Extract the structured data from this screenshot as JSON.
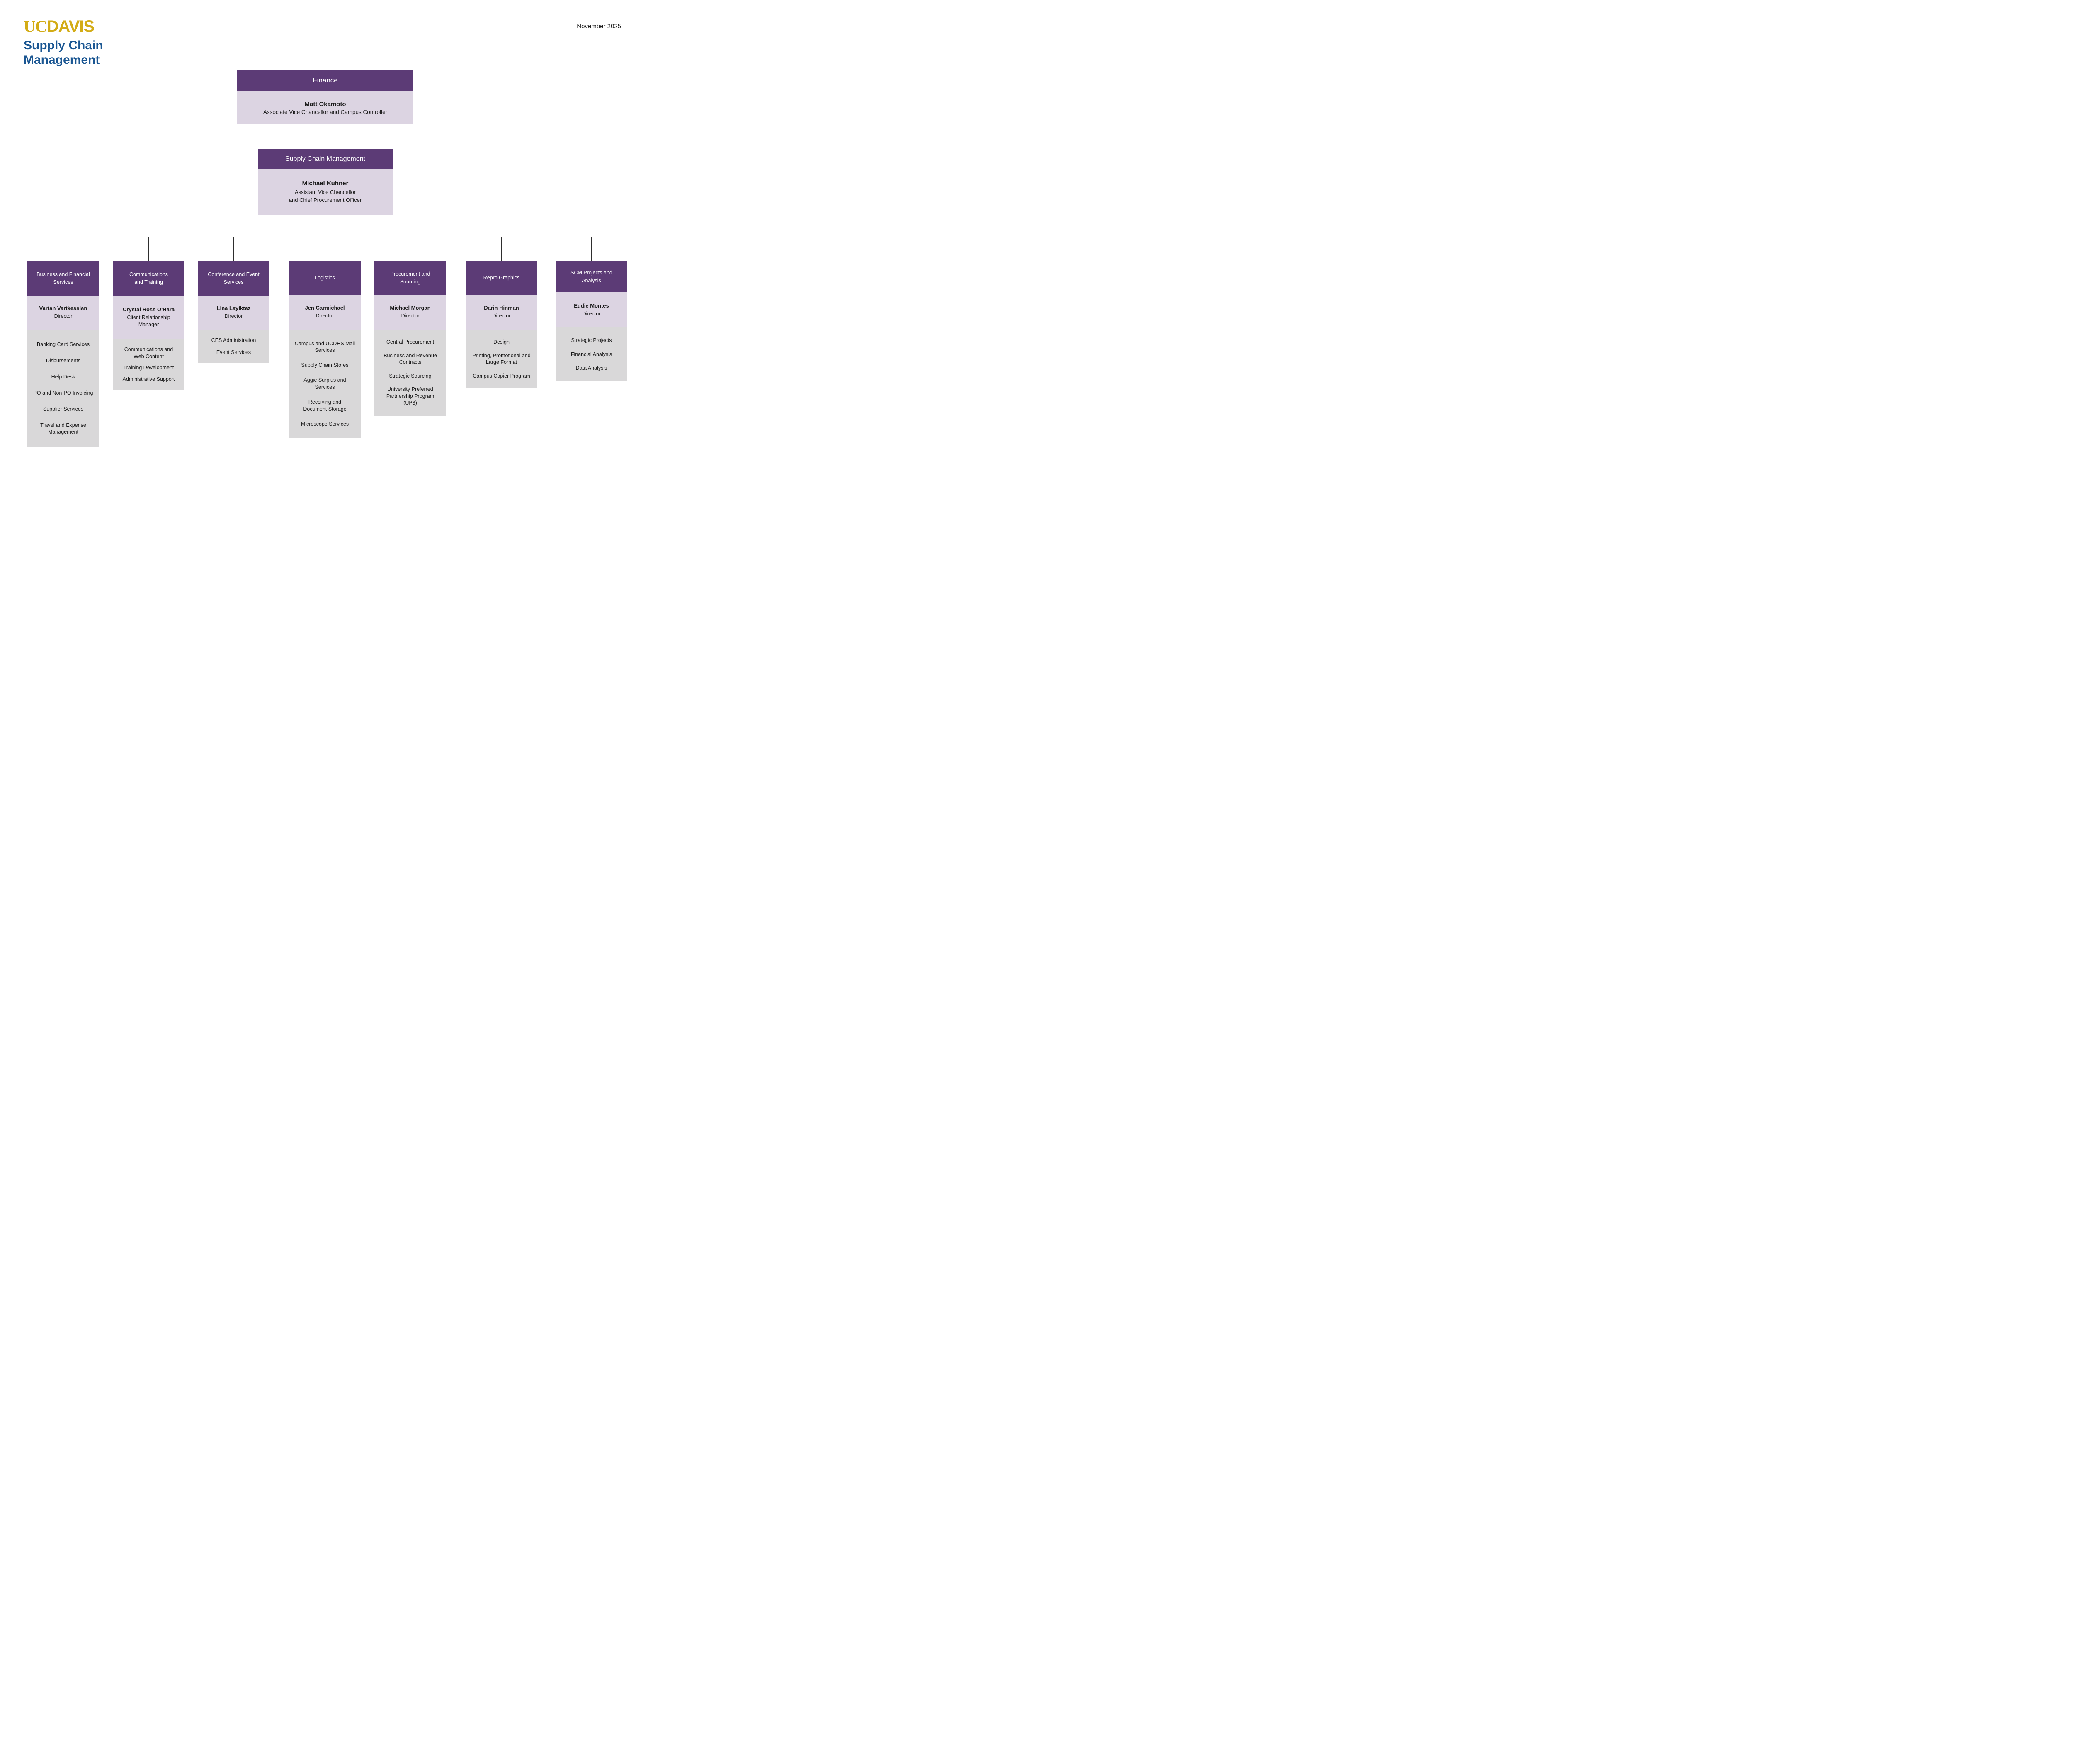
{
  "meta": {
    "date_label": "November 2025"
  },
  "brand": {
    "logo_uc": "UC",
    "logo_davis": "DAVIS",
    "org_title": "Supply Chain\nManagement"
  },
  "colors": {
    "header_purple": "#5C3B76",
    "name_lavender": "#DCD4E2",
    "items_gray": "#D9D8D9",
    "logo_gold": "#D3AC16",
    "title_blue": "#1A5692",
    "connector": "#2E2E2E"
  },
  "org": {
    "root": {
      "dept": "Finance",
      "name": "Matt Okamoto",
      "title": "Associate Vice Chancellor and Campus Controller"
    },
    "head": {
      "dept": "Supply Chain Management",
      "name": "Michael Kuhner",
      "title": "Assistant Vice Chancellor\nand Chief Procurement Officer"
    },
    "departments": [
      {
        "dept": "Business and Financial\nServices",
        "name": "Vartan Vartkessian",
        "title": "Director",
        "units": [
          "Banking Card Services",
          "Disbursements",
          "Help Desk",
          "PO and Non-PO Invoicing",
          "Supplier Services",
          "Travel and Expense\nManagement"
        ]
      },
      {
        "dept": "Communications\nand Training",
        "name": "Crystal Ross O'Hara",
        "title": "Client Relationship\nManager",
        "units": [
          "Communications and\nWeb Content",
          "Training Development",
          "Administrative Support"
        ]
      },
      {
        "dept": "Conference and Event\nServices",
        "name": "Lina Layiktez",
        "title": "Director",
        "units": [
          "CES Administration",
          "Event Services"
        ]
      },
      {
        "dept": "Logistics",
        "name": "Jen Carmichael",
        "title": "Director",
        "units": [
          "Campus and UCDHS Mail\nServices",
          "Supply Chain Stores",
          "Aggie Surplus and\nServices",
          "Receiving and\nDocument Storage",
          "Microscope Services"
        ]
      },
      {
        "dept": "Procurement and\nSourcing",
        "name": "Michael Morgan",
        "title": "Director",
        "units": [
          "Central Procurement",
          "Business and Revenue\nContracts",
          "Strategic Sourcing",
          "University Preferred\nPartnership Program\n(UP3)"
        ]
      },
      {
        "dept": "Repro Graphics",
        "name": "Darin Hinman",
        "title": "Director",
        "units": [
          "Design",
          "Printing, Promotional and\nLarge Format",
          "Campus Copier Program"
        ]
      },
      {
        "dept": "SCM Projects and\nAnalysis",
        "name": "Eddie Montes",
        "title": "Director",
        "units": [
          "Strategic Projects",
          "Financial Analysis",
          "Data Analysis"
        ]
      }
    ]
  }
}
